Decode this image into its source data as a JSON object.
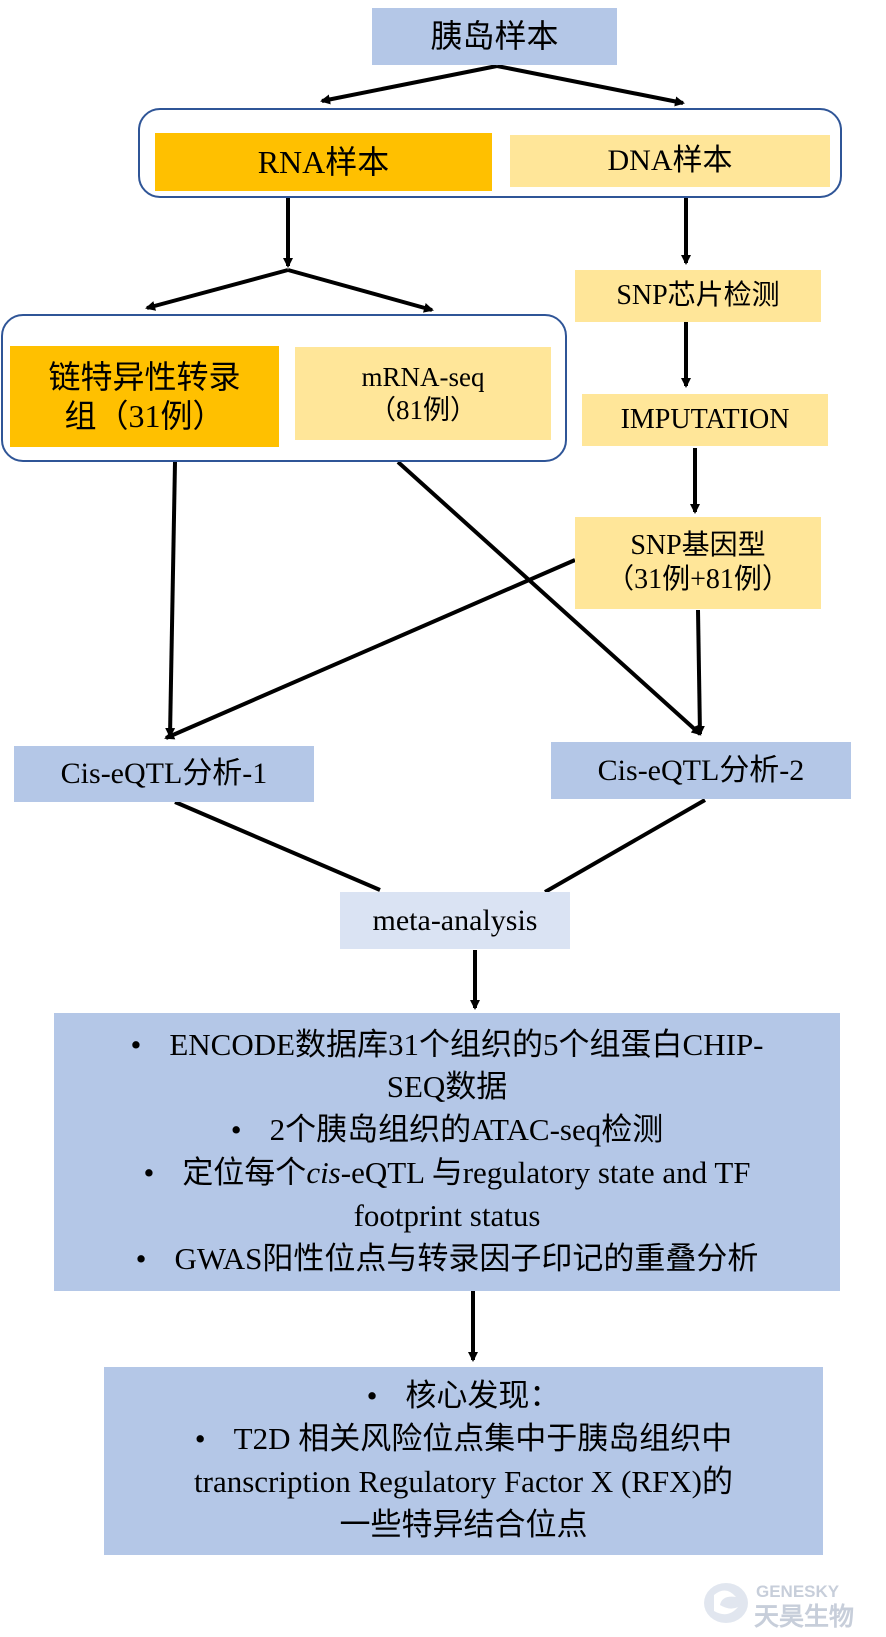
{
  "nodes": {
    "islet_sample": "胰岛样本",
    "rna_sample": "RNA样本",
    "dna_sample": "DNA样本",
    "strand_specific": [
      "链特异性转录",
      "组（31例）"
    ],
    "mrna_seq": [
      "mRNA-seq",
      "（81例）"
    ],
    "snp_chip": "SNP芯片检测",
    "imputation": "IMPUTATION",
    "snp_genotype": [
      "SNP基因型",
      "（31例+81例）"
    ],
    "cis_eqtl_1": "Cis-eQTL分析-1",
    "cis_eqtl_2": "Cis-eQTL分析-2",
    "meta_analysis": "meta-analysis"
  },
  "analysis_box": {
    "items": [
      {
        "bullet": "•",
        "lines": [
          "ENCODE数据库31个组织的5个组蛋白CHIP-",
          "SEQ数据"
        ]
      },
      {
        "bullet": "•",
        "lines": [
          "2个胰岛组织的ATAC-seq检测"
        ]
      },
      {
        "bullet": "•",
        "pre": "定位每个",
        "italic": "cis",
        "post": "-eQTL 与regulatory state and TF",
        "line2": "footprint status"
      },
      {
        "bullet": "•",
        "lines": [
          "GWAS阳性位点与转录因子印记的重叠分析"
        ]
      }
    ]
  },
  "findings_box": {
    "head_bullet": "•",
    "head": "核心发现：",
    "bullet": "•",
    "lines": [
      "T2D 相关风险位点集中于胰岛组织中",
      "transcription Regulatory Factor X (RFX)的",
      "一些特异结合位点"
    ]
  },
  "logo": {
    "en": "GENESKY",
    "cn": "天昊生物"
  },
  "colors": {
    "blue": "#b4c7e7",
    "light_blue": "#dae3f3",
    "orange": "#ffc000",
    "yellow": "#ffe699",
    "border": "#2f5597"
  }
}
